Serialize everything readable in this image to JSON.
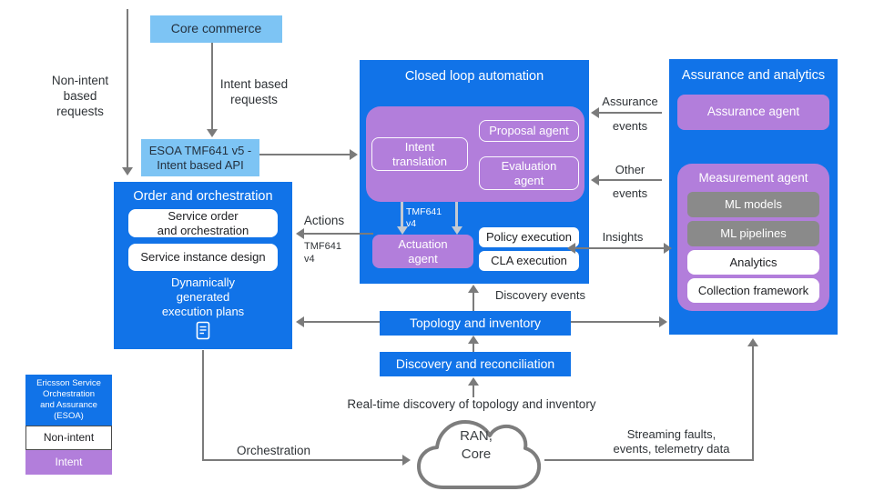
{
  "colors": {
    "blue": "#1173e8",
    "light_blue": "#7dc4f4",
    "purple": "#b27edb",
    "gray_box": "#8a8a8a",
    "arrow_gray": "#7b7b7b",
    "inner_arrow_gray": "#c4cad2"
  },
  "nodes": {
    "core_commerce": "Core commerce",
    "esoa_api": "ESOA TMF641 v5 -\nIntent based API",
    "order": {
      "title": "Order and orchestration",
      "service_order": "Service order\nand orchestration",
      "service_instance": "Service instance design",
      "dynamic_plans": "Dynamically\ngenerated\nexecution plans"
    },
    "closed_loop": {
      "title": "Closed loop automation",
      "intent_translation": "Intent\ntranslation",
      "proposal_agent": "Proposal agent",
      "evaluation_agent": "Evaluation\nagent",
      "tmf641_v4": "TMF641\nv4",
      "actuation_agent": "Actuation\nagent",
      "policy_execution": "Policy execution",
      "cla_execution": "CLA execution"
    },
    "assurance": {
      "title": "Assurance and analytics",
      "assurance_agent": "Assurance agent",
      "measurement_agent": "Measurement agent",
      "ml_models": "ML models",
      "ml_pipelines": "ML pipelines",
      "analytics": "Analytics",
      "collection_framework": "Collection framework"
    },
    "topology": "Topology and inventory",
    "discovery": "Discovery and reconciliation",
    "cloud": "RAN,\nCore"
  },
  "labels": {
    "non_intent_requests": "Non-intent\nbased\nrequests",
    "intent_requests": "Intent based\nrequests",
    "actions": "Actions",
    "actions_tmf641": "TMF641\nv4",
    "assurance_events": "Assurance\nevents",
    "other_events": "Other\nevents",
    "insights": "Insights",
    "discovery_events": "Discovery events",
    "realtime_discovery": "Real-time discovery of topology  and inventory",
    "orchestration": "Orchestration",
    "streaming": "Streaming faults,\nevents, telemetry data"
  },
  "legend": {
    "esoa": "Ericsson Service\nOrchestration\nand Assurance\n(ESOA)",
    "non_intent": "Non-intent",
    "intent": "Intent"
  }
}
